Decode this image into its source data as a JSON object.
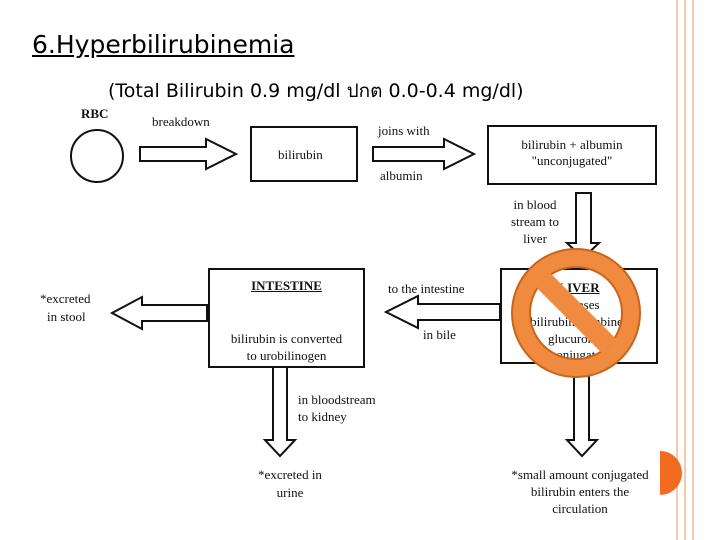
{
  "slide": {
    "title": "6.Hyperbilirubinemia",
    "subtitle": "(Total Bilirubin 0.9 mg/dl ปกต  0.0-0.4 mg/dl)"
  },
  "diagram": {
    "rbc": "RBC",
    "breakdown": "breakdown",
    "bilirubin": "bilirubin",
    "joins_with": "joins with",
    "albumin": "albumin",
    "unconj_line1": "bilirubin + albumin",
    "unconj_line2": "\"unconjugated\"",
    "blood_line1": "in blood",
    "blood_line2": "stream to",
    "blood_line3": "liver",
    "liver_title": "LIVER",
    "liver_line1": "releases",
    "liver_line2": "bilirubin combines",
    "liver_line3": "glucuronide",
    "liver_line4": "conjugated",
    "to_intestine": "to the intestine",
    "in_bile": "in bile",
    "intestine_title": "INTESTINE",
    "intestine_line1": "bilirubin is converted",
    "intestine_line2": "to urobilinogen",
    "stool_line1": "*excreted",
    "stool_line2": "in stool",
    "kidney_line1": "in bloodstream",
    "kidney_line2": "to kidney",
    "urine_line1": "*excreted in",
    "urine_line2": "urine",
    "circ_line1": "*small amount conjugated",
    "circ_line2": "bilirubin enters the",
    "circ_line3": "circulation"
  },
  "colors": {
    "prohibit_fill": "#f08a3e",
    "prohibit_stroke": "#c8641c",
    "frame": "#f4c9b0",
    "dot": "#f26b21"
  },
  "icons": {
    "prohibit": "prohibition-sign-icon",
    "arrow": "hollow-arrow-icon"
  }
}
